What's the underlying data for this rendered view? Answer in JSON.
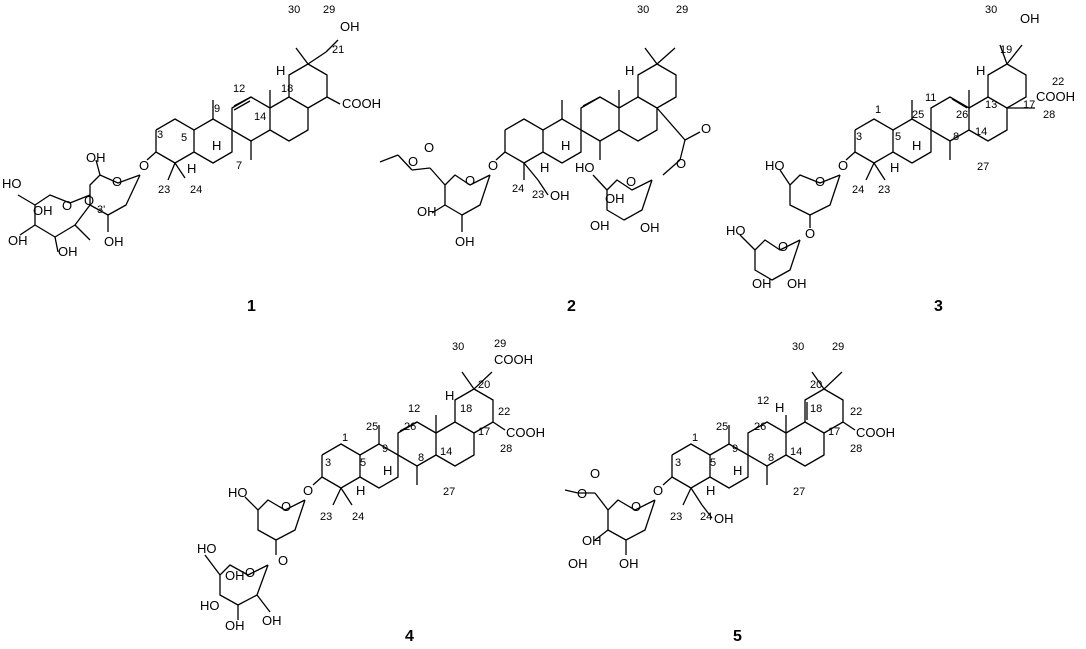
{
  "compounds": [
    {
      "number": "1",
      "labels": {
        "c3": "3",
        "c5": "5",
        "c7": "7",
        "c9": "9",
        "c12": "12",
        "c14": "14",
        "c18": "18",
        "c21": "21",
        "c23": "23",
        "c24": "24",
        "c29": "29",
        "c30": "30",
        "c3p": "3'",
        "H9": "H",
        "H18": "H",
        "H5": "H"
      },
      "groups": {
        "cooh": "COOH",
        "oh29": "OH",
        "o3": "O",
        "oh_a": "OH",
        "oh_b": "OH",
        "oh_c": "OH",
        "oh_d": "OH",
        "oh_e": "OH",
        "oh_f": "HO",
        "o_ring1": "O",
        "o_ring2": "O",
        "o_link": "O"
      }
    },
    {
      "number": "2",
      "labels": {
        "c23": "23",
        "c24": "24",
        "c29": "29",
        "c30": "30",
        "H9": "H",
        "H18": "H",
        "H5": "H"
      },
      "groups": {
        "o3": "O",
        "oh23": "OH",
        "ester_o1": "O",
        "ester_o2": "O",
        "ring_o": "O",
        "oh_a": "OH",
        "oh_b": "OH",
        "c28o": "O",
        "c28o2": "O",
        "glc_ho": "HO",
        "glc_o": "O",
        "glc_oh1": "OH",
        "glc_oh2": "OH",
        "glc_oh3": "OH"
      }
    },
    {
      "number": "3",
      "labels": {
        "c1": "1",
        "c3": "3",
        "c5": "5",
        "c8": "8",
        "c11": "11",
        "c13": "13",
        "c14": "14",
        "c17": "17",
        "c19": "19",
        "c22": "22",
        "c23": "23",
        "c24": "24",
        "c25": "25",
        "c26": "26",
        "c27": "27",
        "c28": "28",
        "c30": "30",
        "H9": "H",
        "H18": "H",
        "H5": "H"
      },
      "groups": {
        "oh20": "OH",
        "cooh": "COOH",
        "o3": "O",
        "ara_ho": "HO",
        "ara_o": "O",
        "link_o": "O",
        "rha_ho": "HO",
        "rha_o": "O",
        "rha_oh1": "OH",
        "rha_oh2": "OH"
      }
    },
    {
      "number": "4",
      "labels": {
        "c1": "1",
        "c3": "3",
        "c5": "5",
        "c8": "8",
        "c9": "9",
        "c12": "12",
        "c14": "14",
        "c17": "17",
        "c18": "18",
        "c20": "20",
        "c22": "22",
        "c23": "23",
        "c24": "24",
        "c25": "25",
        "c26": "26",
        "c27": "27",
        "c28": "28",
        "c29": "29",
        "c30": "30",
        "H9": "H",
        "H18": "H",
        "H5": "H"
      },
      "groups": {
        "cooh29": "COOH",
        "cooh28": "COOH",
        "o3": "O",
        "ara_ho": "HO",
        "ara_o": "O",
        "link_o": "O",
        "glc_ho": "HO",
        "glc_o": "O",
        "glc_oh1": "OH",
        "glc_oh2": "OH",
        "glc_oh3": "HO",
        "glc_oh4": "OH"
      }
    },
    {
      "number": "5",
      "labels": {
        "c1": "1",
        "c3": "3",
        "c5": "5",
        "c8": "8",
        "c9": "9",
        "c12": "12",
        "c14": "14",
        "c17": "17",
        "c18": "18",
        "c20": "20",
        "c22": "22",
        "c23": "23",
        "c24": "24",
        "c25": "25",
        "c26": "26",
        "c27": "27",
        "c28": "28",
        "c29": "29",
        "c30": "30",
        "H9": "H",
        "H13": "H",
        "H5": "H"
      },
      "groups": {
        "cooh": "COOH",
        "o3": "O",
        "oh23": "OH",
        "ester_o1": "O",
        "ester_o2": "O",
        "ring_o": "O",
        "oh_a": "OH",
        "oh_b": "OH",
        "oh_c": "OH"
      }
    }
  ]
}
